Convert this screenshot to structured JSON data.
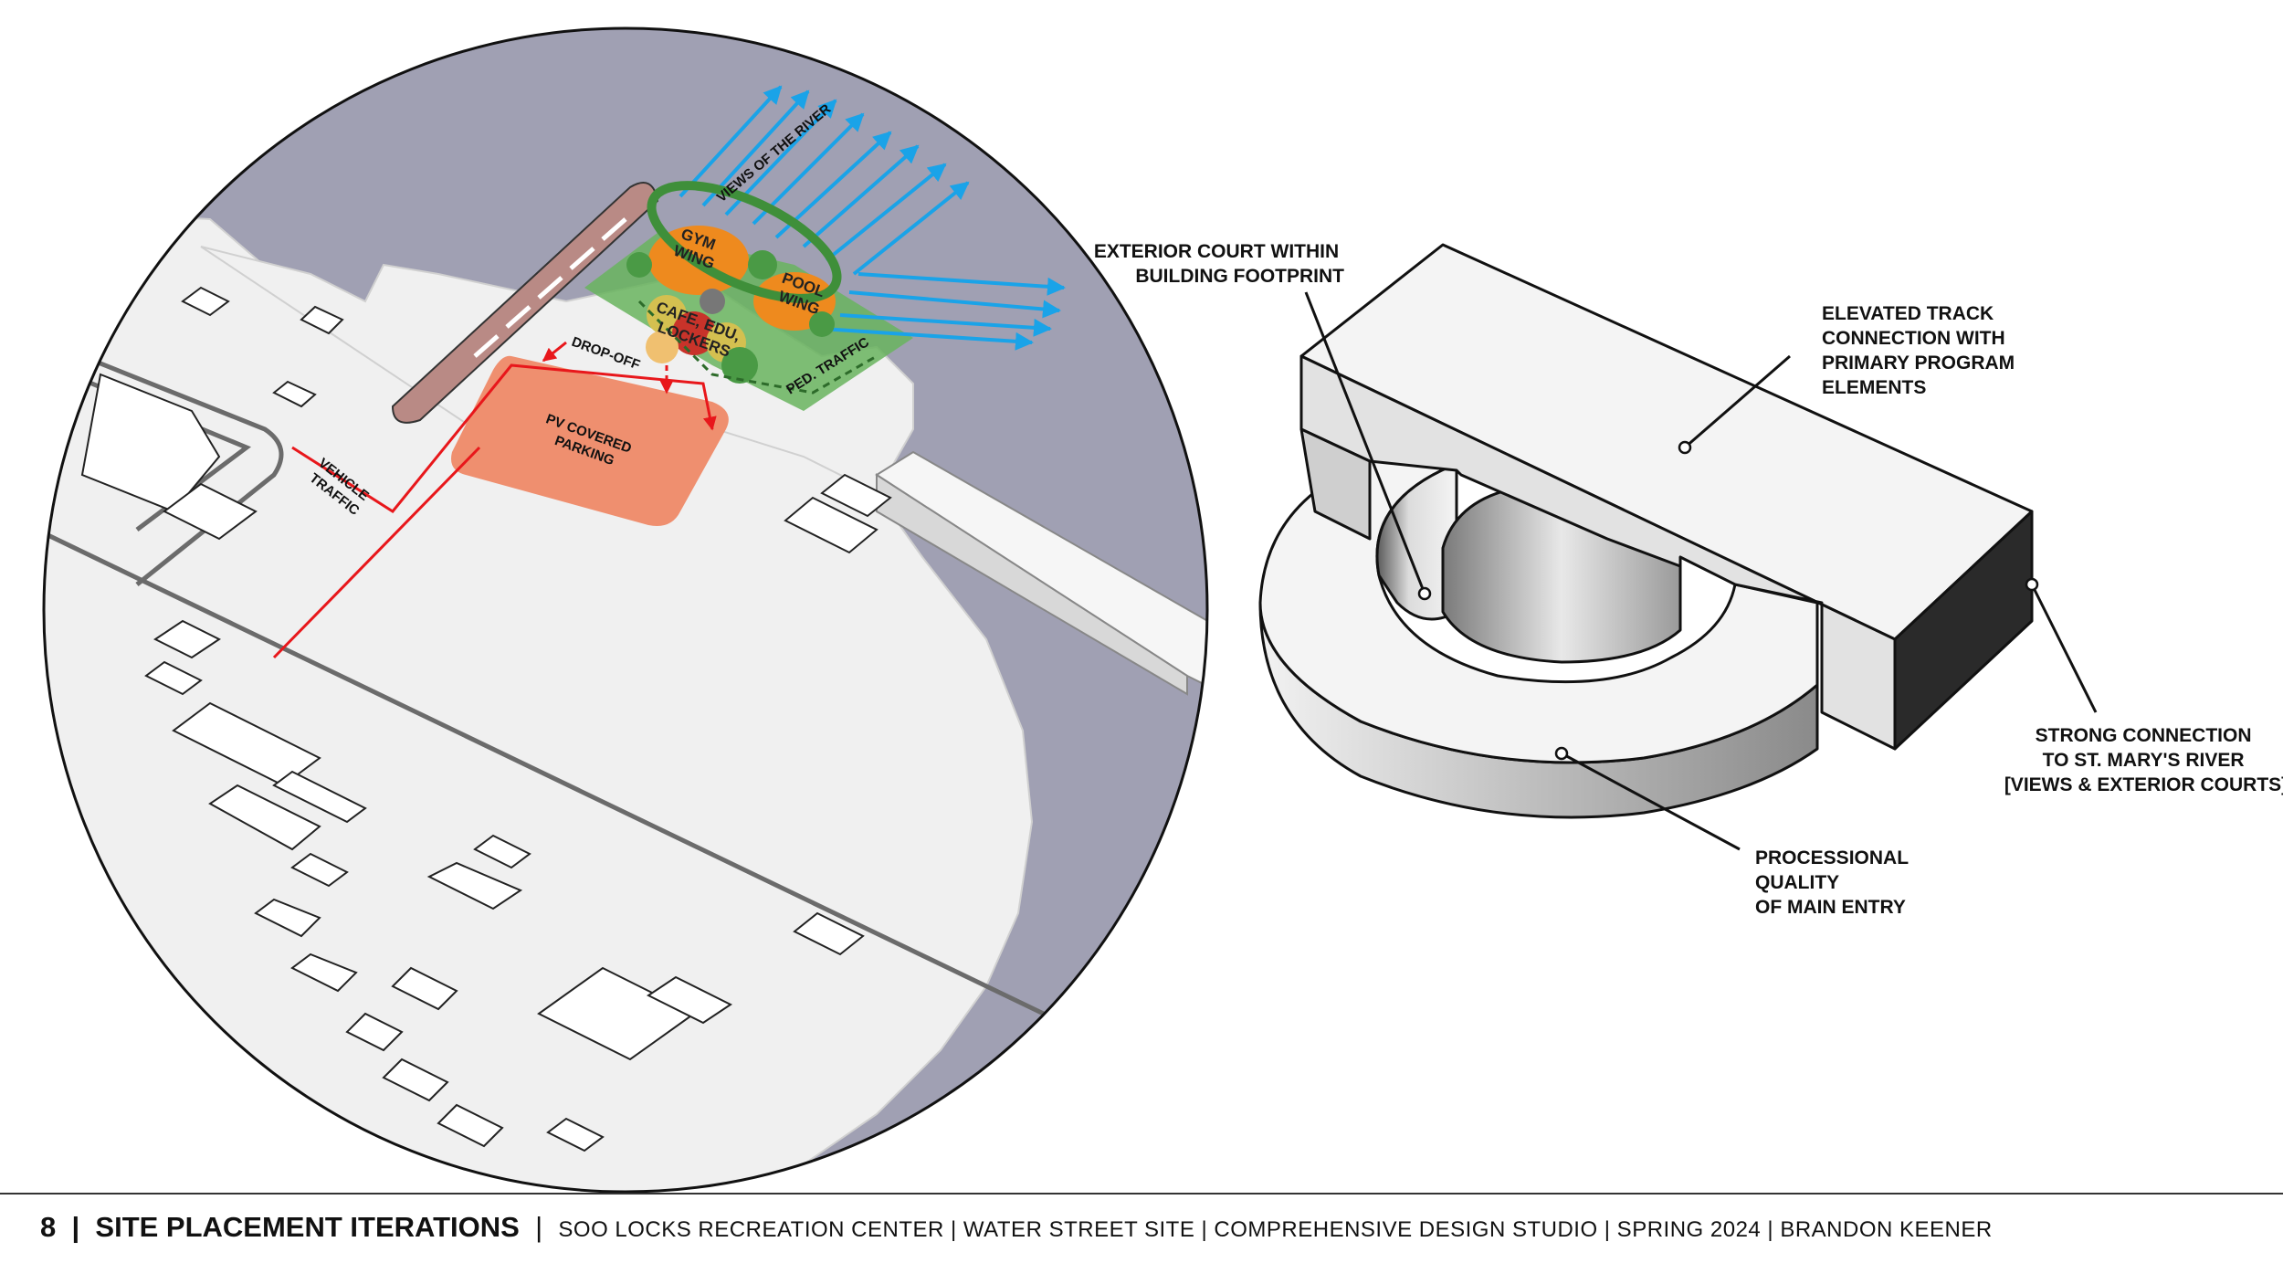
{
  "site_map": {
    "zones": {
      "gym_wing": "GYM\nWING",
      "pool_wing": "POOL\nWING",
      "cafe_lockers": "CAFE, EDU,\nLOCKERS",
      "drop_off": "DROP-OFF",
      "pv_parking": "PV COVERED\nPARKING",
      "vehicle_traffic": "VEHICLE\nTRAFFIC",
      "ped_traffic": "PED. TRAFFIC",
      "views": "VIEWS OF THE RIVER"
    },
    "colors": {
      "water": "#a0a0b3",
      "land": "#f0f0f0",
      "parking": "#ef8f6f",
      "green_zone": "#69b45e",
      "ring": "#3f8f3a",
      "view_arrows": "#1aa3e8",
      "vehicle_route": "#e8171b",
      "ship": "#b98a85"
    }
  },
  "massing_labels": {
    "exterior_court": "EXTERIOR COURT WITHIN\nBUILDING FOOTPRINT",
    "elevated_track": "ELEVATED TRACK\nCONNECTION WITH\nPRIMARY PROGRAM\nELEMENTS",
    "river_connection": "STRONG CONNECTION\nTO ST. MARY'S RIVER\n[VIEWS & EXTERIOR COURTS]",
    "main_entry": "PROCESSIONAL\nQUALITY\nOF MAIN ENTRY"
  },
  "footer": {
    "page_number": "8",
    "section": "SITE PLACEMENT ITERATIONS",
    "subtitle": "SOO LOCKS RECREATION CENTER  |  WATER STREET SITE  |  COMPREHENSIVE DESIGN STUDIO  |  SPRING 2024  |  BRANDON KEENER"
  }
}
